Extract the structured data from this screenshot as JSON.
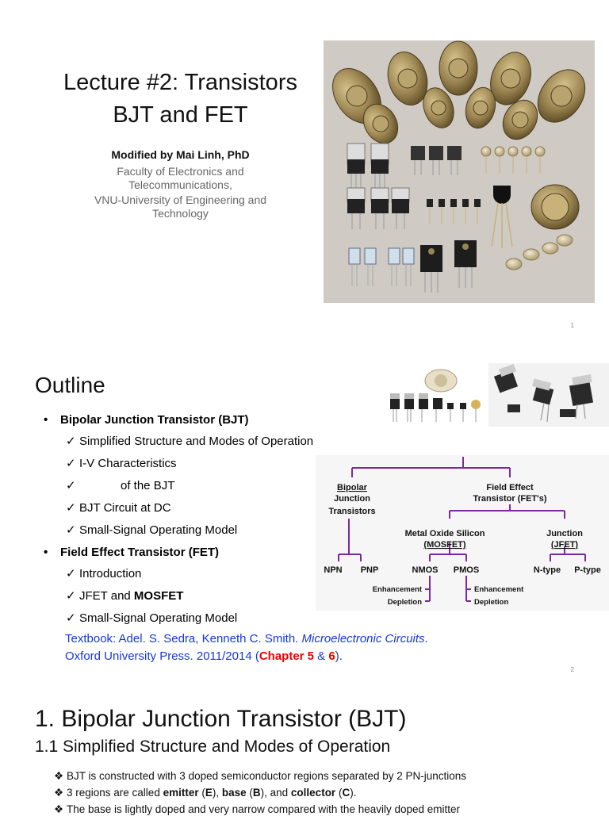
{
  "slide1": {
    "title_line1": "Lecture #2: Transistors",
    "title_line2": "BJT and FET",
    "author": "Modified by Mai Linh, PhD",
    "affiliation_line1": "Faculty of Electronics and",
    "affiliation_line2": "Telecommunications,",
    "affiliation_line3": "VNU-University of Engineering and",
    "affiliation_line4": "Technology",
    "page_number": "1"
  },
  "slide2": {
    "title": "Outline",
    "bullet_symbol": "•",
    "check_symbol": "✓",
    "section_bjt": "Bipolar Junction Transistor (BJT)",
    "bjt_items": [
      "Simplified Structure and Modes of Operation",
      "I-V Characteristics",
      "of the BJT",
      "BJT Circuit at DC",
      "Small-Signal Operating Model"
    ],
    "section_fet": "Field Effect Transistor (FET)",
    "fet_item1": "Introduction",
    "fet_item2_a": "JFET and ",
    "fet_item2_b": "MOSFET",
    "fet_item3": "Small-Signal Operating Model",
    "textbook_a": "Textbook: Adel. S. Sedra, Kenneth C. Smith. ",
    "textbook_b": "Microelectronic Circuits",
    "textbook_c": ". Oxford University Press. 2011/2014 (",
    "textbook_d": "Chapter 5",
    "textbook_e": " & ",
    "textbook_f": "6",
    "textbook_g": ").",
    "page_number": "2",
    "tree": {
      "bjt_line1": "Bipolar",
      "bjt_line2": "Junction",
      "bjt_line3": "Transistors",
      "fet_line1": "Field Effect",
      "fet_line2": "Transistor (FET's)",
      "mos_line1": "Metal Oxide Silicon",
      "mos_line2": "(MOSFET)",
      "jfet_line1": "Junction",
      "jfet_line2": "(JFET)",
      "npn": "NPN",
      "pnp": "PNP",
      "nmos": "NMOS",
      "pmos": "PMOS",
      "ntype": "N-type",
      "ptype": "P-type",
      "enh_left": "Enhancement",
      "dep_left": "Depletion",
      "enh_right": "Enhancement",
      "dep_right": "Depletion",
      "line_color": "#7b2a9e"
    }
  },
  "slide3": {
    "heading1": "1. Bipolar Junction Transistor (BJT)",
    "heading2": "1.1 Simplified Structure and Modes of Operation",
    "bullet_symbol": "❖",
    "b1": "BJT is constructed with 3 doped semiconductor regions separated by 2 PN-junctions",
    "b2_a": "3 regions are called ",
    "b2_b": "emitter",
    "b2_c": " (",
    "b2_d": "E",
    "b2_e": "), ",
    "b2_f": "base",
    "b2_g": " (",
    "b2_h": "B",
    "b2_i": "), and ",
    "b2_j": "collector",
    "b2_k": " (",
    "b2_l": "C",
    "b2_m": ").",
    "b3": "The base is lightly doped and very narrow compared with the heavily doped emitter"
  }
}
